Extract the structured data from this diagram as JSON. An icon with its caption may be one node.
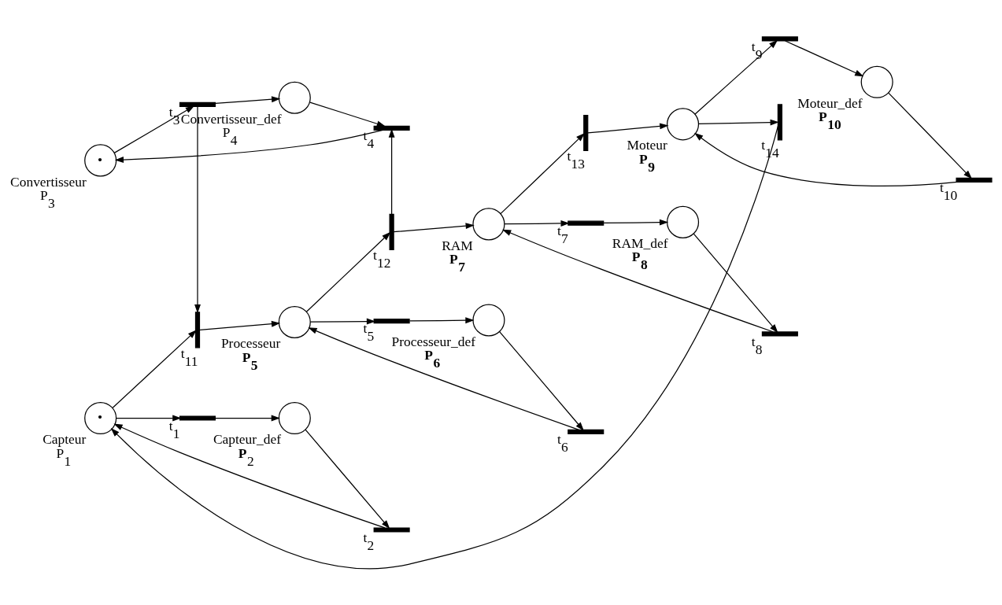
{
  "diagram": {
    "nodes": [
      {
        "text": [
          "•"
        ],
        "beside": [
          "Convertisseur",
          "P$_{3}$"
        ]
      },
      {
        "text": [],
        "shape": "bar",
        "beside": [
          "t$_{3}$"
        ]
      },
      {
        "text": [],
        "shape": "bar",
        "beside": [
          "t$_{4}$"
        ]
      },
      {
        "text": [],
        "shape": "circle",
        "beside": [
          "Convertisseur_def",
          "P$_{4}$"
        ]
      },
      {
        "text": [
          "•"
        ],
        "beside": [
          "Capteur",
          "P$_{1}$"
        ]
      },
      {
        "text": [],
        "shape": "bar",
        "beside": [
          "t$_{11}$"
        ]
      },
      {
        "text": [],
        "shape": "circle",
        "beside": [
          "Processeur",
          "**P$_{5}$**"
        ]
      },
      {
        "text": [],
        "shape": "bar",
        "beside": [
          "t$_{12}$"
        ]
      },
      {
        "text": [],
        "shape": "circle",
        "beside": [
          "RAM",
          "**P$_{7}$**"
        ]
      },
      {
        "text": [],
        "shape": "bar",
        "beside": [
          "t$_{13}$"
        ]
      },
      {
        "text": [],
        "shape": "circle",
        "beside": [
          "Moteur",
          "**P$_{9}$**"
        ]
      },
      {
        "text": [],
        "shape": "bar",
        "beside": [
          "t$_{1}$"
        ]
      },
      {
        "text": [],
        "shape": "bar",
        "beside": [
          "t$_{2}$"
        ]
      },
      {
        "text": [],
        "shape": "circle",
        "beside": [
          "Capteur_def",
          "**P**$_{2}$"
        ]
      },
      {
        "text": [],
        "shape": "bar",
        "beside": [
          "t$_{5}$"
        ]
      },
      {
        "text": [],
        "shape": "bar",
        "beside": [
          "t$_{6}$"
        ]
      },
      {
        "text": [],
        "shape": "circle",
        "beside": [
          "Processeur_def",
          "**P$_{6}$**"
        ]
      },
      {
        "text": [],
        "shape": "bar",
        "beside": [
          "t$_{7}$"
        ]
      },
      {
        "text": [],
        "shape": "bar",
        "beside": [
          "t$_{8}$"
        ]
      },
      {
        "text": [],
        "shape": "circle",
        "beside": [
          "RAM_def",
          "**P$_{8}$**"
        ]
      },
      {
        "text": [],
        "shape": "bar",
        "beside": [
          "t$_{9}$"
        ]
      },
      {
        "text": [],
        "shape": "bar",
        "beside": [
          "t$_{10}$"
        ]
      },
      {
        "text": [],
        "shape": "circle",
        "beside": [
          "Moteur_def",
          "**P$_{10}$**"
        ]
      },
      {
        "text": [],
        "shape": "bar",
        "beside": [
          "t$_{14}$"
        ]
      }
    ],
    "edges": [
      {
        "from": 0,
        "to": 1,
        "arrow": "to"
      },
      {
        "from": 1,
        "to": 3,
        "arrow": "to"
      },
      {
        "from": 3,
        "to": 2,
        "arrow": "to"
      },
      {
        "from": 2,
        "to": 0,
        "arrow": "to"
      },
      {
        "from": 1,
        "to": 5,
        "arrow": "to"
      },
      {
        "from": 7,
        "to": 2,
        "arrow": "to"
      },
      {
        "from": 23,
        "to": 4,
        "arrow": "to"
      },
      {
        "from": 4,
        "to": 5,
        "arrow": "to"
      },
      {
        "from": 5,
        "to": 6,
        "arrow": "to"
      },
      {
        "from": 6,
        "to": 7,
        "arrow": "to"
      },
      {
        "from": 7,
        "to": 8,
        "arrow": "to"
      },
      {
        "from": 8,
        "to": 9,
        "arrow": "to"
      },
      {
        "from": 9,
        "to": 10,
        "arrow": "to"
      },
      {
        "from": 10,
        "to": 23,
        "arrow": "to"
      },
      {
        "from": 4,
        "to": 11,
        "arrow": "to"
      },
      {
        "from": 11,
        "to": 13,
        "arrow": "to"
      },
      {
        "from": 13,
        "to": 12,
        "arrow": "to"
      },
      {
        "from": 12,
        "to": 4,
        "arrow": "to"
      },
      {
        "from": 6,
        "to": 14,
        "arrow": "to"
      },
      {
        "from": 14,
        "to": 16,
        "arrow": "to"
      },
      {
        "from": 16,
        "to": 15,
        "arrow": "to"
      },
      {
        "from": 15,
        "to": 6,
        "arrow": "to"
      },
      {
        "from": 8,
        "to": 17,
        "arrow": "to"
      },
      {
        "from": 17,
        "to": 19,
        "arrow": "to"
      },
      {
        "from": 19,
        "to": 18,
        "arrow": "to"
      },
      {
        "from": 18,
        "to": 8,
        "arrow": "to"
      },
      {
        "from": 10,
        "to": 20,
        "arrow": "to"
      },
      {
        "from": 20,
        "to": 22,
        "arrow": "to"
      },
      {
        "from": 22,
        "to": 21,
        "arrow": "to"
      },
      {
        "from": 21,
        "to": 10,
        "arrow": "to"
      }
    ]
  }
}
